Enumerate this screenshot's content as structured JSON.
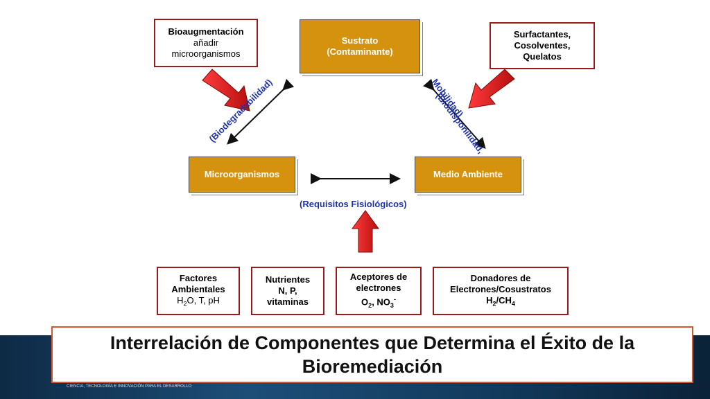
{
  "sustrato": {
    "line1": "Sustrato",
    "line2": "(Contaminante)"
  },
  "bioaug": {
    "title": "Bioaugmentación",
    "line2": "añadir",
    "line3": "microorganismos"
  },
  "surfactantes": {
    "line1": "Surfactantes,",
    "line2": "Cosolventes,",
    "line3": "Quelatos"
  },
  "microorganismos": "Microorganismos",
  "medio_ambiente": "Medio Ambiente",
  "labels": {
    "biodegradabilidad": "(Biodegradabilidad)",
    "biodisponibilidad_1": "(Biodisponilidad,",
    "biodisponibilidad_2": "Mobilidad)",
    "requisitos": "(Requisitos Fisiológicos)"
  },
  "factores": {
    "line1": "Factores",
    "line2": "Ambientales",
    "line3": "H",
    "sub3": "2",
    "line3b": "O, T, pH"
  },
  "nutrientes": {
    "line1": "Nutrientes",
    "line2": "N, P,",
    "line3": "vitaminas"
  },
  "aceptores": {
    "line1": "Aceptores de",
    "line2": "electrones",
    "o": "O",
    "o_sub": "2",
    "no": ", NO",
    "no_sub": "3",
    "no_sup": "-"
  },
  "donadores": {
    "line1": "Donadores de",
    "line2": "Electrones/Cosustratos",
    "h": "H",
    "h_sub": "2",
    "ch": "/CH",
    "ch_sub": "4"
  },
  "title": {
    "line1": "Interrelación de Componentes que Determina el Éxito de la",
    "line2": "Bioremediación"
  },
  "footer": "CIENCIA, TECNOLOGÍA E INNOVACIÓN PARA EL DESARROLLO",
  "colors": {
    "gold": "#d4920f",
    "red_border": "#9b1b1b",
    "arrow_red": "#d81e1e",
    "label_blue": "#1f33a8",
    "title_border": "#d8542e"
  }
}
